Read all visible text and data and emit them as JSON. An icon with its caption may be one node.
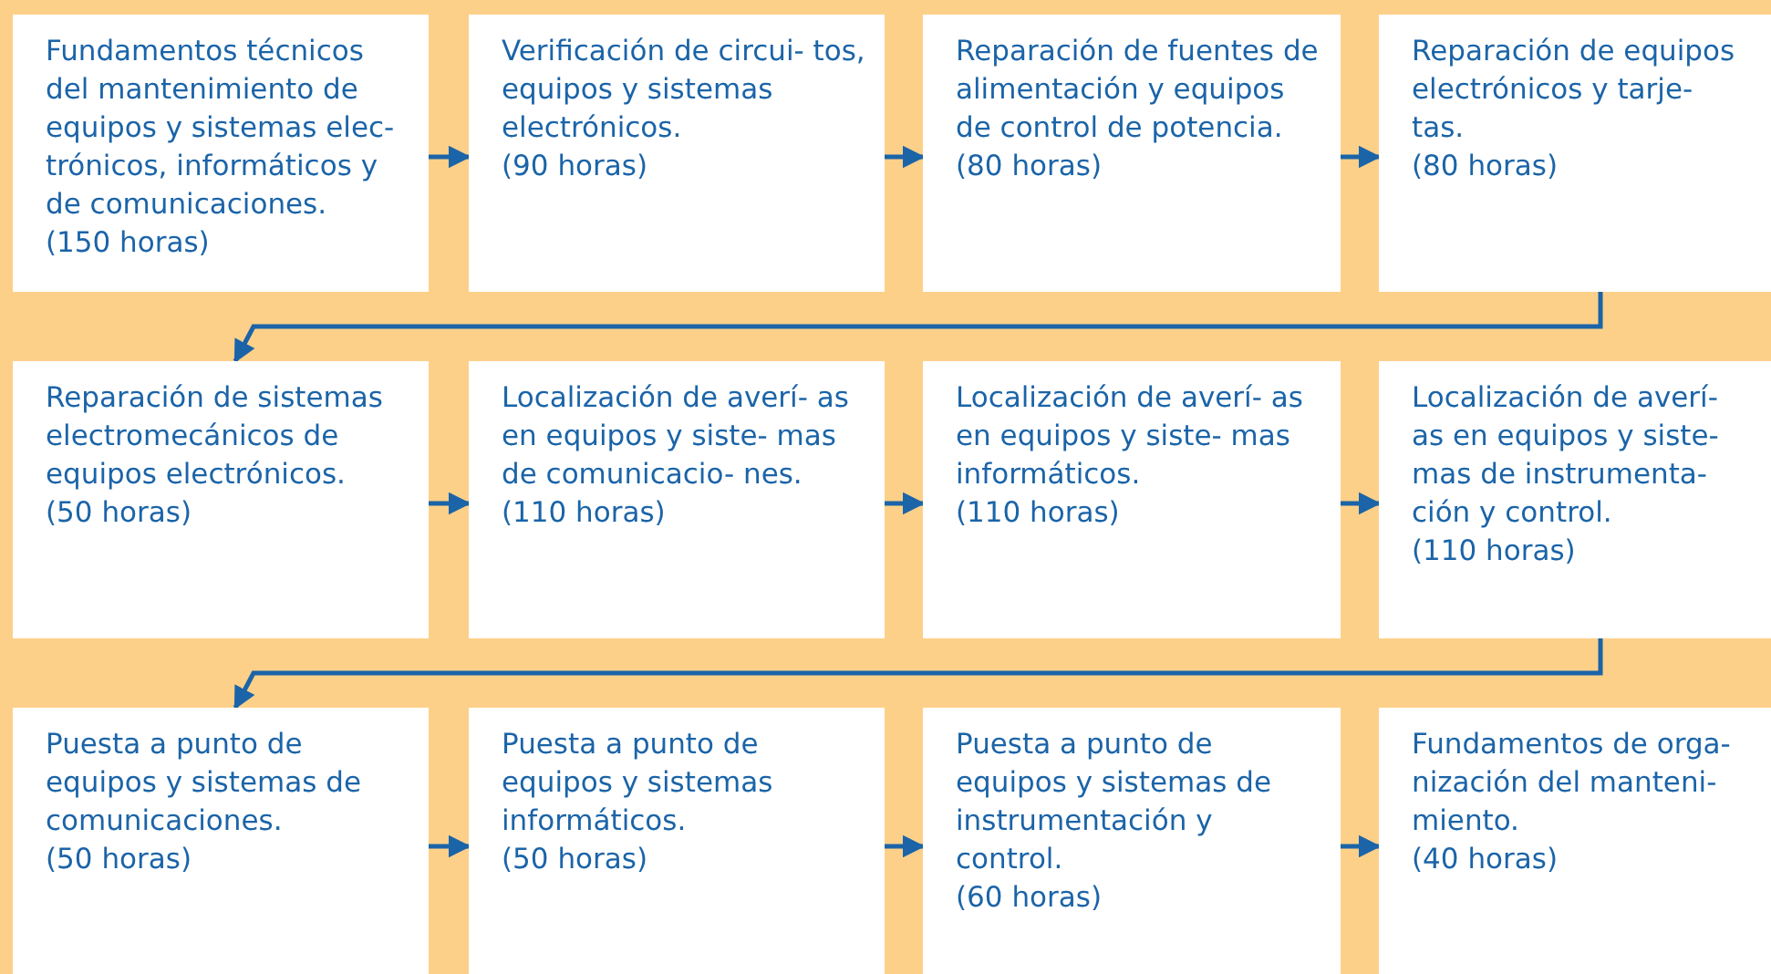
{
  "diagram": {
    "nodes": [
      {
        "text": [
          "Fundamentos técnicos del mantenimiento de equipos y sistemas elec- trónicos, informáticos y de comunicaciones.",
          "(150 horas)"
        ]
      },
      {
        "text": [
          "Verificación de circui- tos, equipos y sistemas electrónicos.",
          "(90 horas)"
        ]
      },
      {
        "text": [
          "Reparación de fuentes de alimentación y equipos de control de potencia.",
          "(80 horas)"
        ]
      },
      {
        "text": [
          "Reparación de equipos electrónicos y tarje- tas.",
          "(80 horas)"
        ]
      },
      {
        "text": [
          "Reparación de sistemas electromecánicos de equipos electrónicos.",
          "(50 horas)"
        ]
      },
      {
        "text": [
          "Localización de averí- as en equipos y siste- mas de comunicacio- nes.",
          "(110 horas)"
        ]
      },
      {
        "text": [
          "Localización de averí- as en equipos y siste- mas informáticos.",
          "(110 horas)"
        ]
      },
      {
        "text": [
          "Localización de averí- as en equipos y siste- mas de instrumenta- ción y control.",
          "(110 horas)"
        ]
      },
      {
        "text": [
          "Puesta a punto de equipos y sistemas de comunicaciones.",
          "(50 horas)"
        ]
      },
      {
        "text": [
          "Puesta a punto de equipos y sistemas informáticos.",
          "(50 horas)"
        ]
      },
      {
        "text": [
          "Puesta a punto de equipos y sistemas de instrumentación y control.",
          "(60 horas)"
        ]
      },
      {
        "text": [
          "Fundamentos de orga- nización del manteni- miento.",
          "(40 horas)"
        ]
      }
    ],
    "edges": [
      {
        "from": 0,
        "to": 1,
        "arrow": "to"
      },
      {
        "from": 1,
        "to": 2,
        "arrow": "to"
      },
      {
        "from": 2,
        "to": 3,
        "arrow": "to"
      },
      {
        "from": 3,
        "to": 4,
        "arrow": "to"
      },
      {
        "from": 4,
        "to": 5,
        "arrow": "to"
      },
      {
        "from": 5,
        "to": 6,
        "arrow": "to"
      },
      {
        "from": 6,
        "to": 7,
        "arrow": "to"
      },
      {
        "from": 7,
        "to": 8,
        "arrow": "to"
      },
      {
        "from": 8,
        "to": 9,
        "arrow": "to"
      },
      {
        "from": 9,
        "to": 10,
        "arrow": "to"
      },
      {
        "from": 10,
        "to": 11,
        "arrow": "to"
      }
    ]
  }
}
